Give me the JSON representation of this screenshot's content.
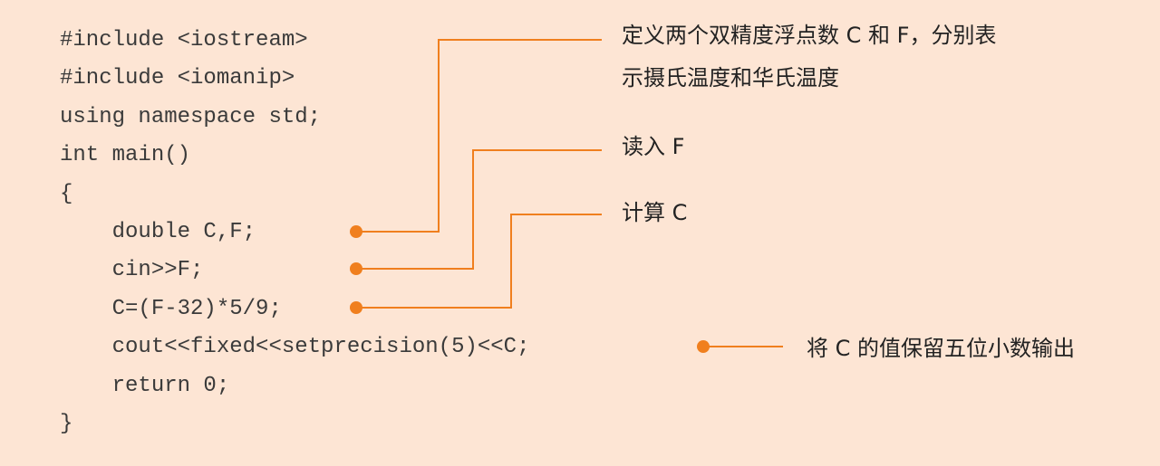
{
  "code_lines": [
    "#include <iostream>",
    "#include <iomanip>",
    "using namespace std;",
    "int main()",
    "{",
    "    double C,F;",
    "    cin>>F;",
    "    C=(F-32)*5/9;",
    "    cout<<fixed<<setprecision(5)<<C;",
    "    return 0;",
    "}"
  ],
  "annotations": [
    {
      "lines": [
        "定义两个双精度浮点数 C 和 F，分别表",
        "示摄氏温度和华氏温度"
      ]
    },
    {
      "lines": [
        "读入 F"
      ]
    },
    {
      "lines": [
        "计算 C"
      ]
    },
    {
      "lines": [
        "将 C 的值保留五位小数输出"
      ]
    }
  ],
  "colors": {
    "background": "#fde5d4",
    "accent": "#f07f1e",
    "code_text": "#3a3a3a",
    "note_text": "#222222"
  }
}
